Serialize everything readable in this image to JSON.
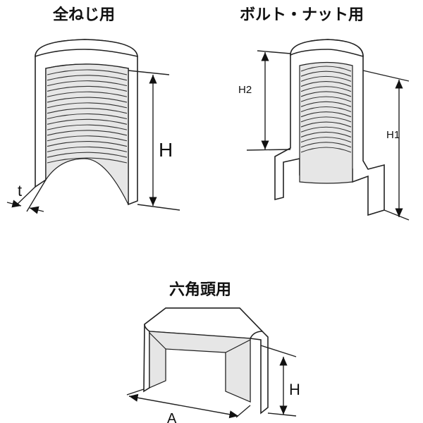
{
  "titles": {
    "full_thread": "全ねじ用",
    "bolt_nut": "ボルト・ナット用",
    "hex_head": "六角頭用"
  },
  "labels": {
    "full_H": "H",
    "full_t": "t",
    "bolt_H2": "H2",
    "bolt_H1": "H1",
    "hex_H": "H",
    "hex_A": "A"
  }
}
